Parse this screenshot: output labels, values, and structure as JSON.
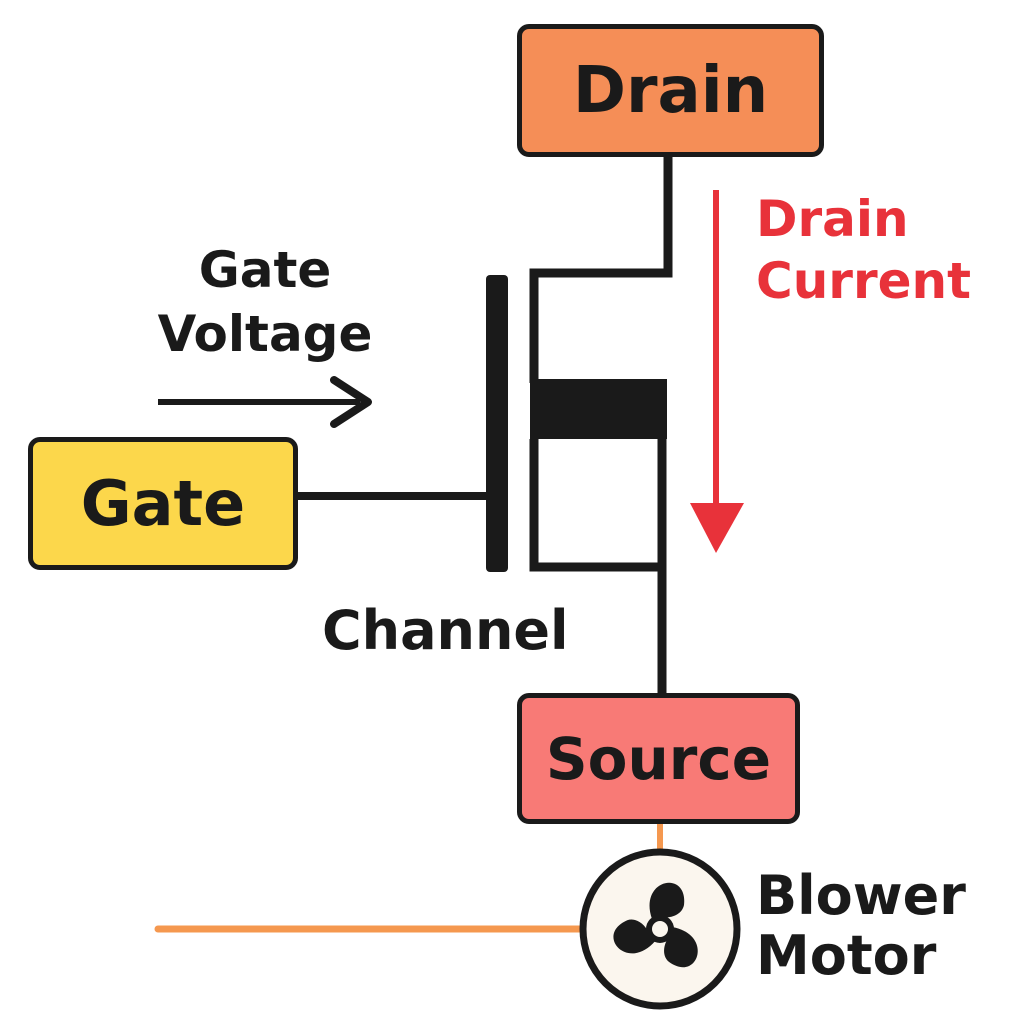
{
  "labels": {
    "drain": "Drain",
    "gate": "Gate",
    "source": "Source",
    "gate_voltage": [
      "Gate",
      "Voltage"
    ],
    "drain_current": [
      "Drain",
      "Current"
    ],
    "channel": "Channel",
    "blower_motor": [
      "Blower",
      "Motor"
    ]
  },
  "colors": {
    "drain_box": "#f58e57",
    "gate_box": "#fcd74b",
    "source_box": "#f87a76",
    "drain_current_arrow": "#e8323a",
    "motor_wire": "#f5984f",
    "motor_fill": "#fbf6ee",
    "outline": "#1a1a1a"
  },
  "icons": {
    "motor": "fan-icon",
    "gate_voltage_arrow": "arrow-right-icon",
    "drain_current_arrow": "arrow-down-icon"
  }
}
